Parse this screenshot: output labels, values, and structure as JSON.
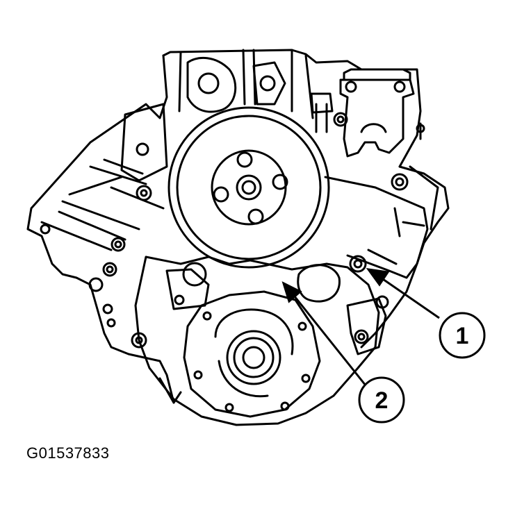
{
  "callouts": [
    {
      "label": "1"
    },
    {
      "label": "2"
    }
  ],
  "figure_id": "G01537833",
  "colors": {
    "line": "#000000",
    "background": "#ffffff"
  }
}
